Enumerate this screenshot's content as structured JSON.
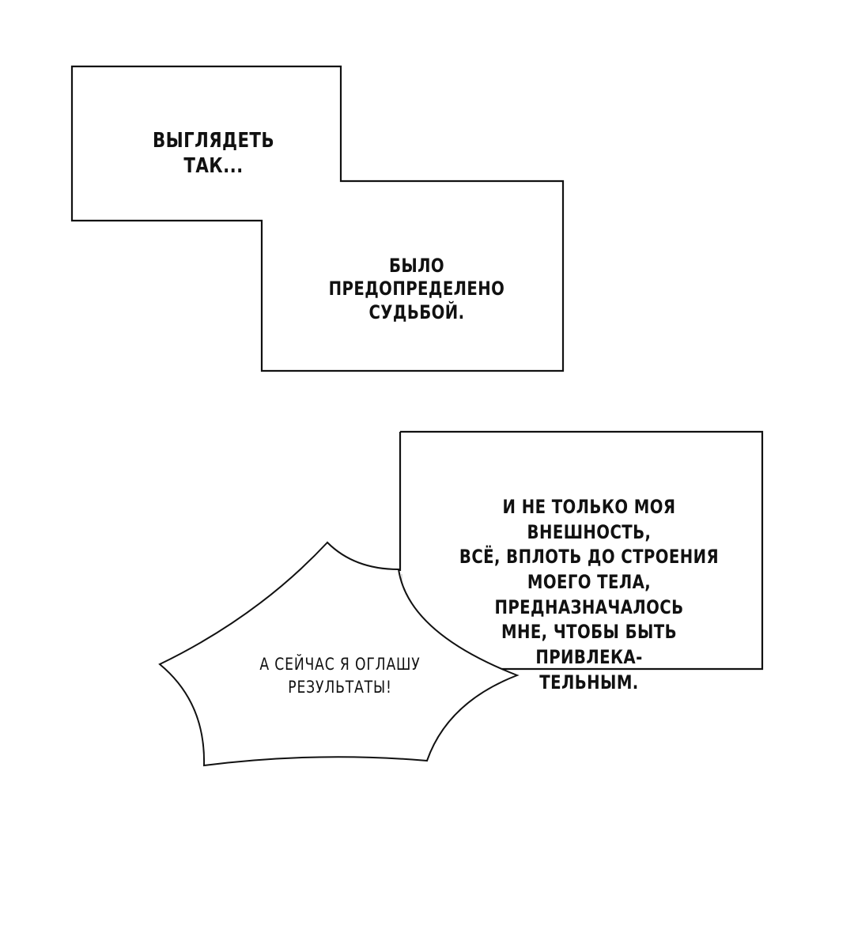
{
  "captions": {
    "box1": "выглядеть так...",
    "box2": "было предопределено\nсудьбой.",
    "box3": "И не только моя внешность,\nвсё, вплоть до строения\nмоего тела, предназначалось\nмне, чтобы быть привлека-\nтельным.",
    "bubble": "А сейчас я оглашу\nрезультаты!"
  },
  "colors": {
    "ink": "#111111",
    "paper": "#ffffff",
    "faint_line": "#d0d0d0"
  }
}
